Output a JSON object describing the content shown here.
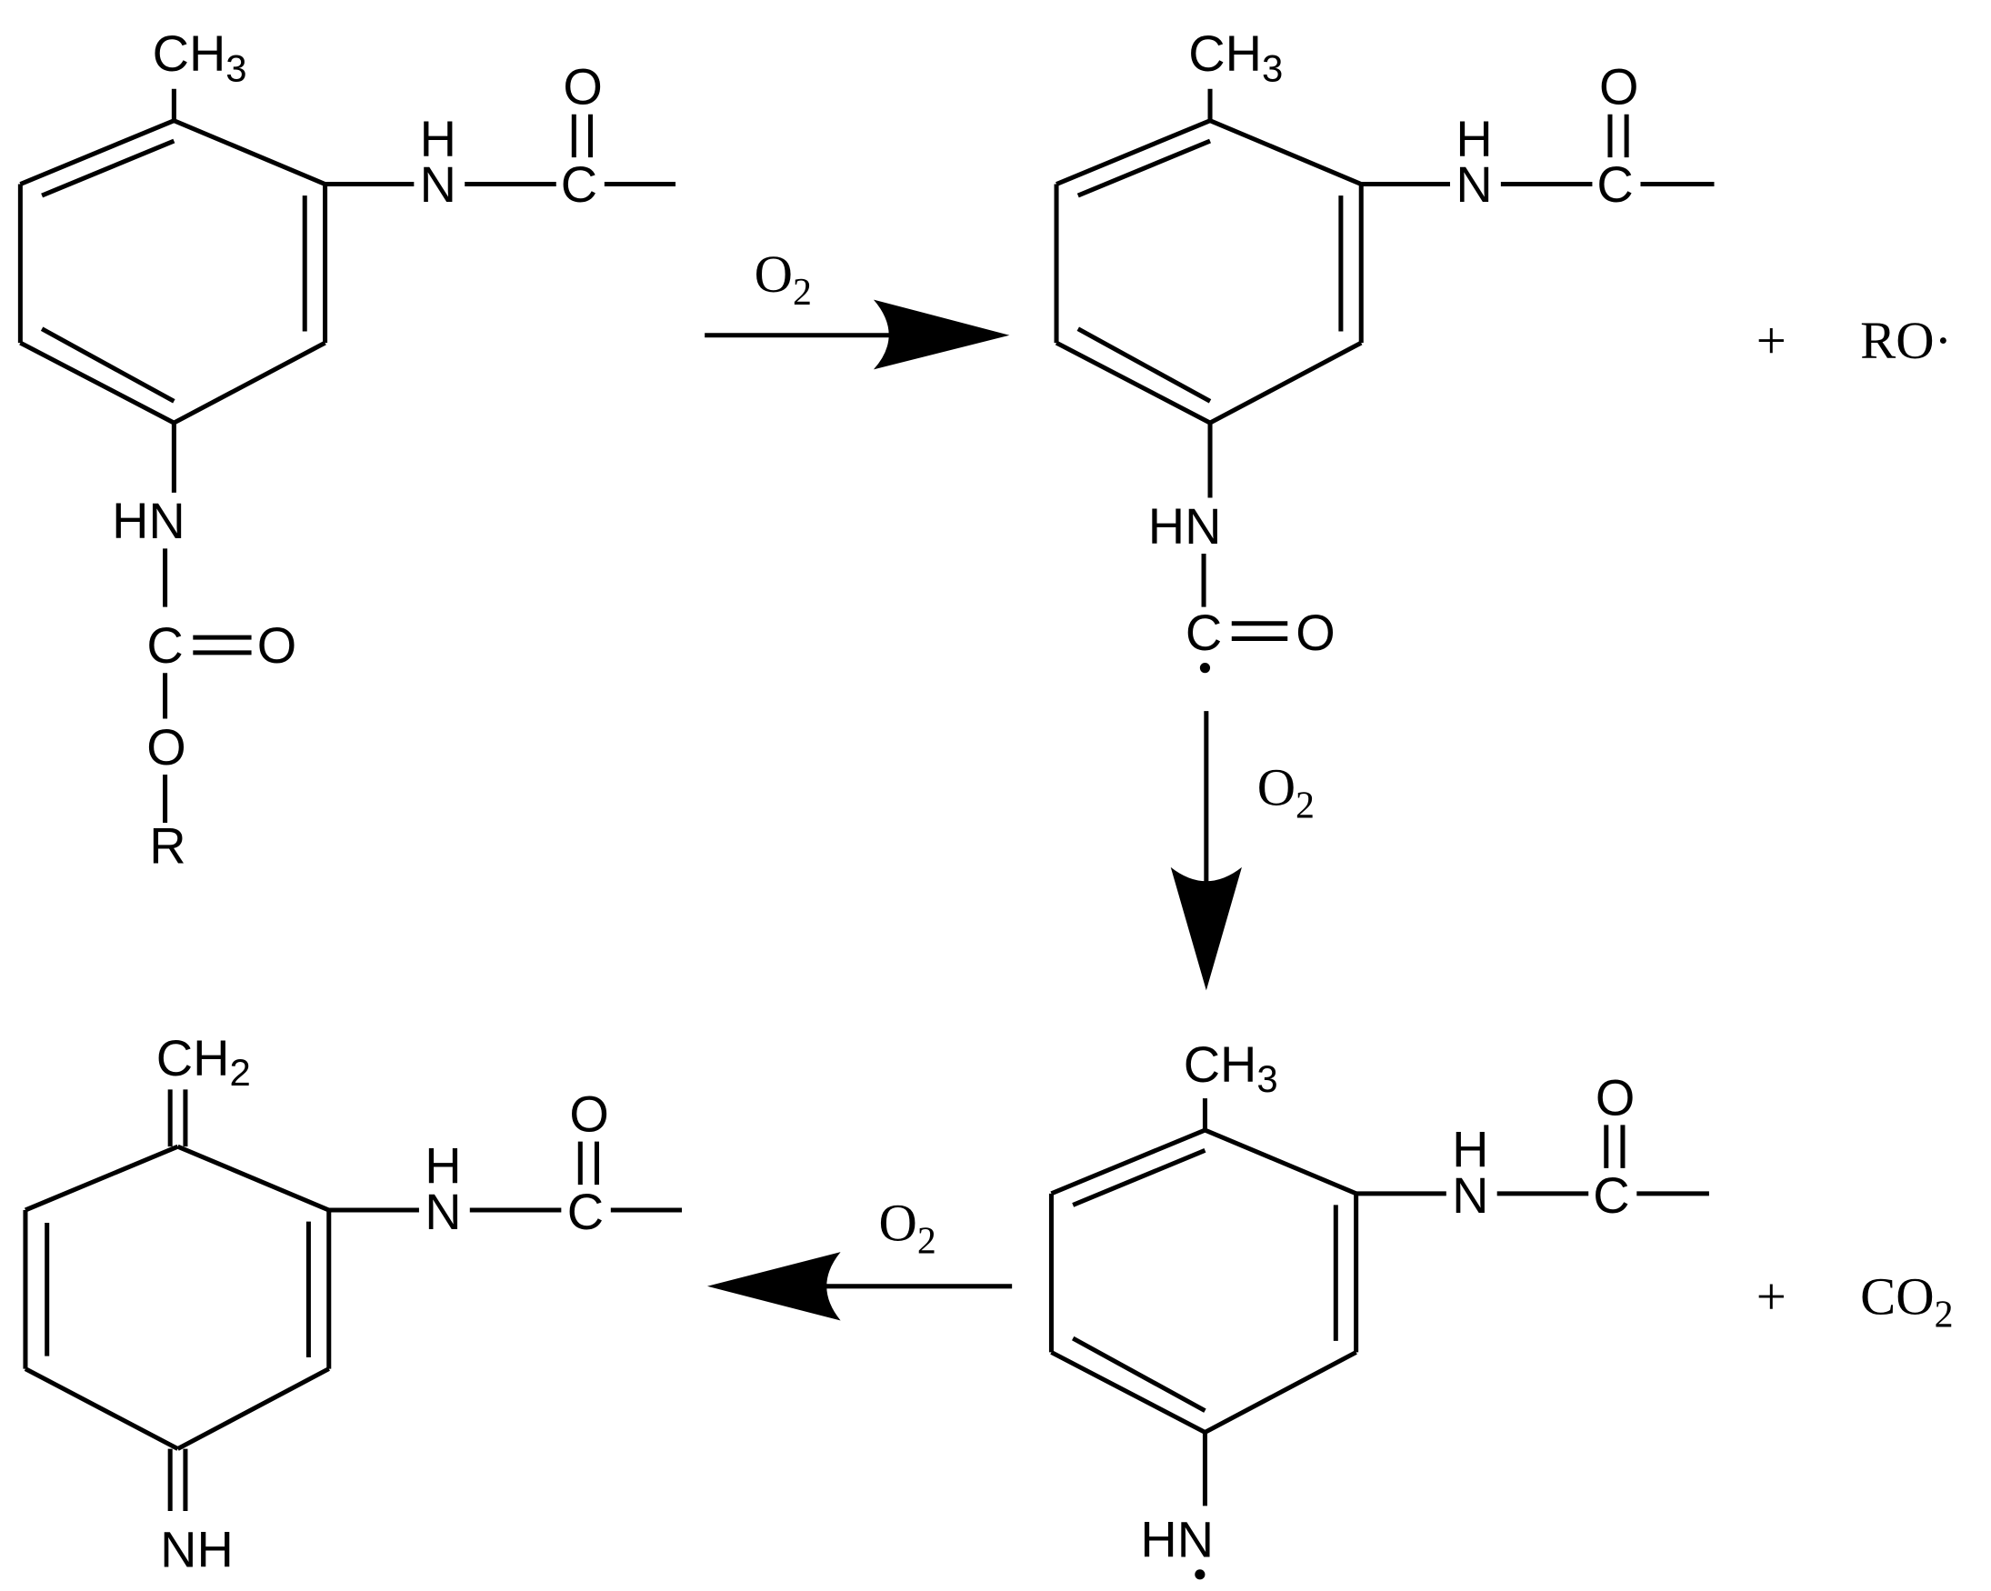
{
  "labels": {
    "ch3": "CH",
    "ch2": "CH",
    "sub3": "3",
    "sub2": "2",
    "h": "H",
    "n": "N",
    "c": "C",
    "o": "O",
    "hn": "HN",
    "nh": "NH",
    "r": "R"
  },
  "reagents": {
    "oxygen": "O",
    "oxygen_sub": "2"
  },
  "byproducts": {
    "plus": "+",
    "alkoxy_radical": "RO·",
    "carbon_dioxide": "CO",
    "carbon_dioxide_sub": "2"
  },
  "colors": {
    "ink": "#000000",
    "background": "#ffffff"
  }
}
